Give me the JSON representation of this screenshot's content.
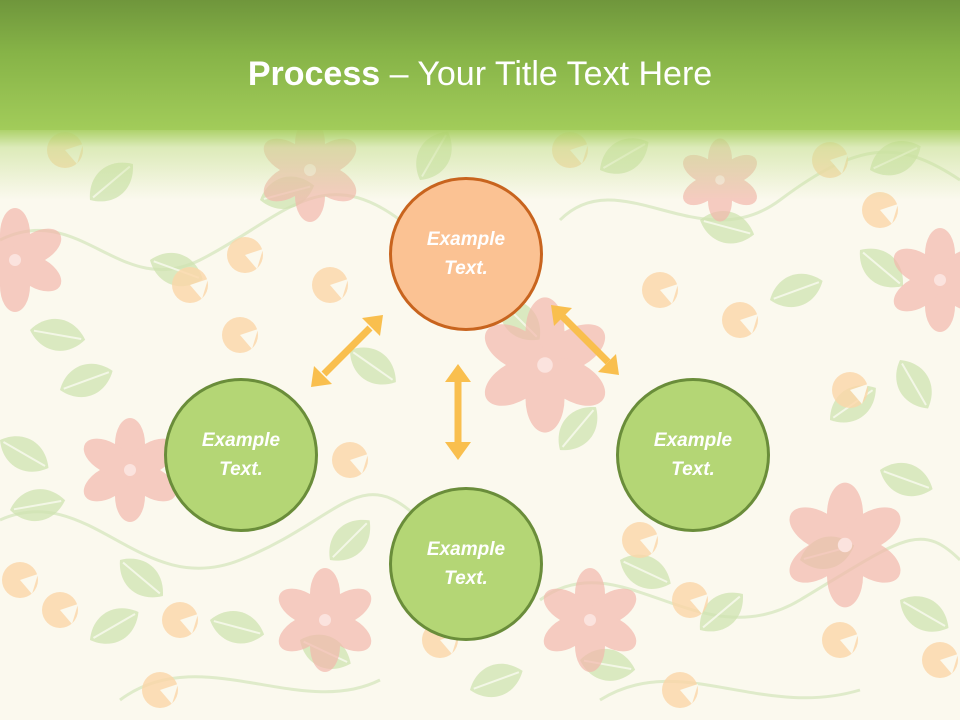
{
  "slide": {
    "title_bold": "Process",
    "title_rest": " – Your Title Text Here"
  },
  "nodes": {
    "top": "Example\nText.",
    "left": "Example\nText.",
    "right": "Example\nText.",
    "bottom": "Example\nText."
  },
  "colors": {
    "header_green": "#86b347",
    "node_green": "#b4d675",
    "node_green_border": "#6a8d3a",
    "node_orange": "#fbc293",
    "node_orange_border": "#c8641e",
    "arrow": "#f9bf4e"
  }
}
